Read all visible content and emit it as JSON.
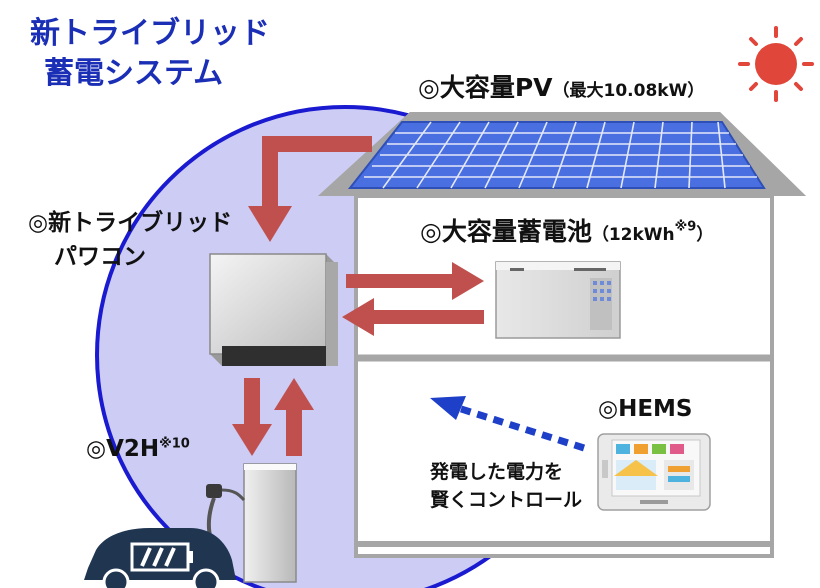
{
  "title": {
    "line1": "新トライブリッド",
    "line2": "蓄電システム"
  },
  "labels": {
    "pv": {
      "main": "◎大容量PV",
      "sub": "（最大10.08kW）"
    },
    "pcs": {
      "line1": "◎新トライブリッド",
      "line2": "パワコン"
    },
    "battery": {
      "main": "◎大容量蓄電池",
      "sub": "（12kWh",
      "note": "※9",
      "close": "）"
    },
    "v2h": {
      "main": "◎V2H",
      "note": "※10"
    },
    "hems": {
      "main": "◎HEMS"
    },
    "control": {
      "line1": "発電した電力を",
      "line2": "賢くコントロール"
    }
  },
  "colors": {
    "circle_fill": "#ccccf5",
    "circle_stroke": "#1a1ad0",
    "arrow": "#c0504d",
    "dotted_arrow": "#1e3fc8",
    "roof": "#a6a6a6",
    "panel": "#4a6fe0",
    "sun": "#e0463a",
    "car": "#1f3550"
  },
  "icons": [
    "sun-icon",
    "solar-panel-icon",
    "house-icon",
    "power-conditioner-icon",
    "battery-unit-icon",
    "v2h-charger-icon",
    "hems-monitor-icon",
    "car-icon"
  ]
}
